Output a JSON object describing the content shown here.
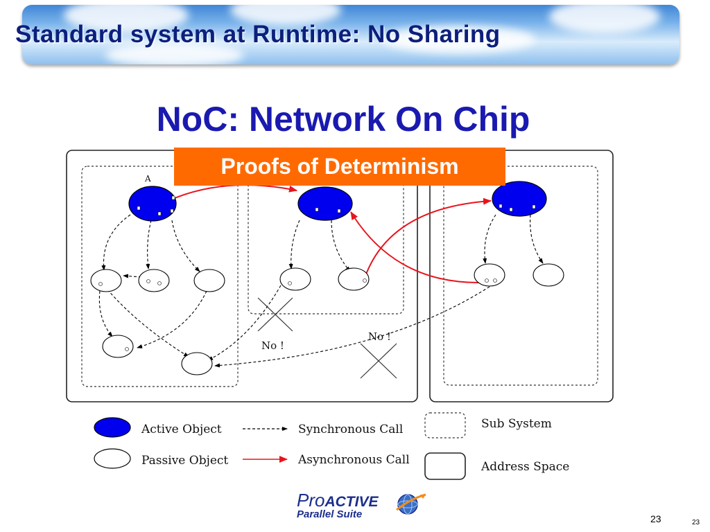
{
  "slide": {
    "title": "Standard system at Runtime: No Sharing",
    "subtitle": "NoC: Network On Chip",
    "callout": "Proofs of Determinism",
    "page_number": "23",
    "page_number_small": "23"
  },
  "diagram": {
    "node_label_a": "A",
    "no_label_1": "No !",
    "no_label_2": "No !"
  },
  "legend": {
    "active_object": "Active Object",
    "passive_object": "Passive Object",
    "synchronous_call": "Synchronous Call",
    "asynchronous_call": "Asynchronous Call",
    "sub_system": "Sub System",
    "address_space": "Address Space"
  },
  "logo": {
    "pro": "Pro",
    "active": "ACTIVE",
    "suite": "Parallel Suite"
  },
  "colors": {
    "title": "#0d1f7c",
    "subtitle": "#1a1ab0",
    "callout_bg": "#ff6a00",
    "active_object": "#0000ee",
    "async_call": "#e8141c"
  }
}
